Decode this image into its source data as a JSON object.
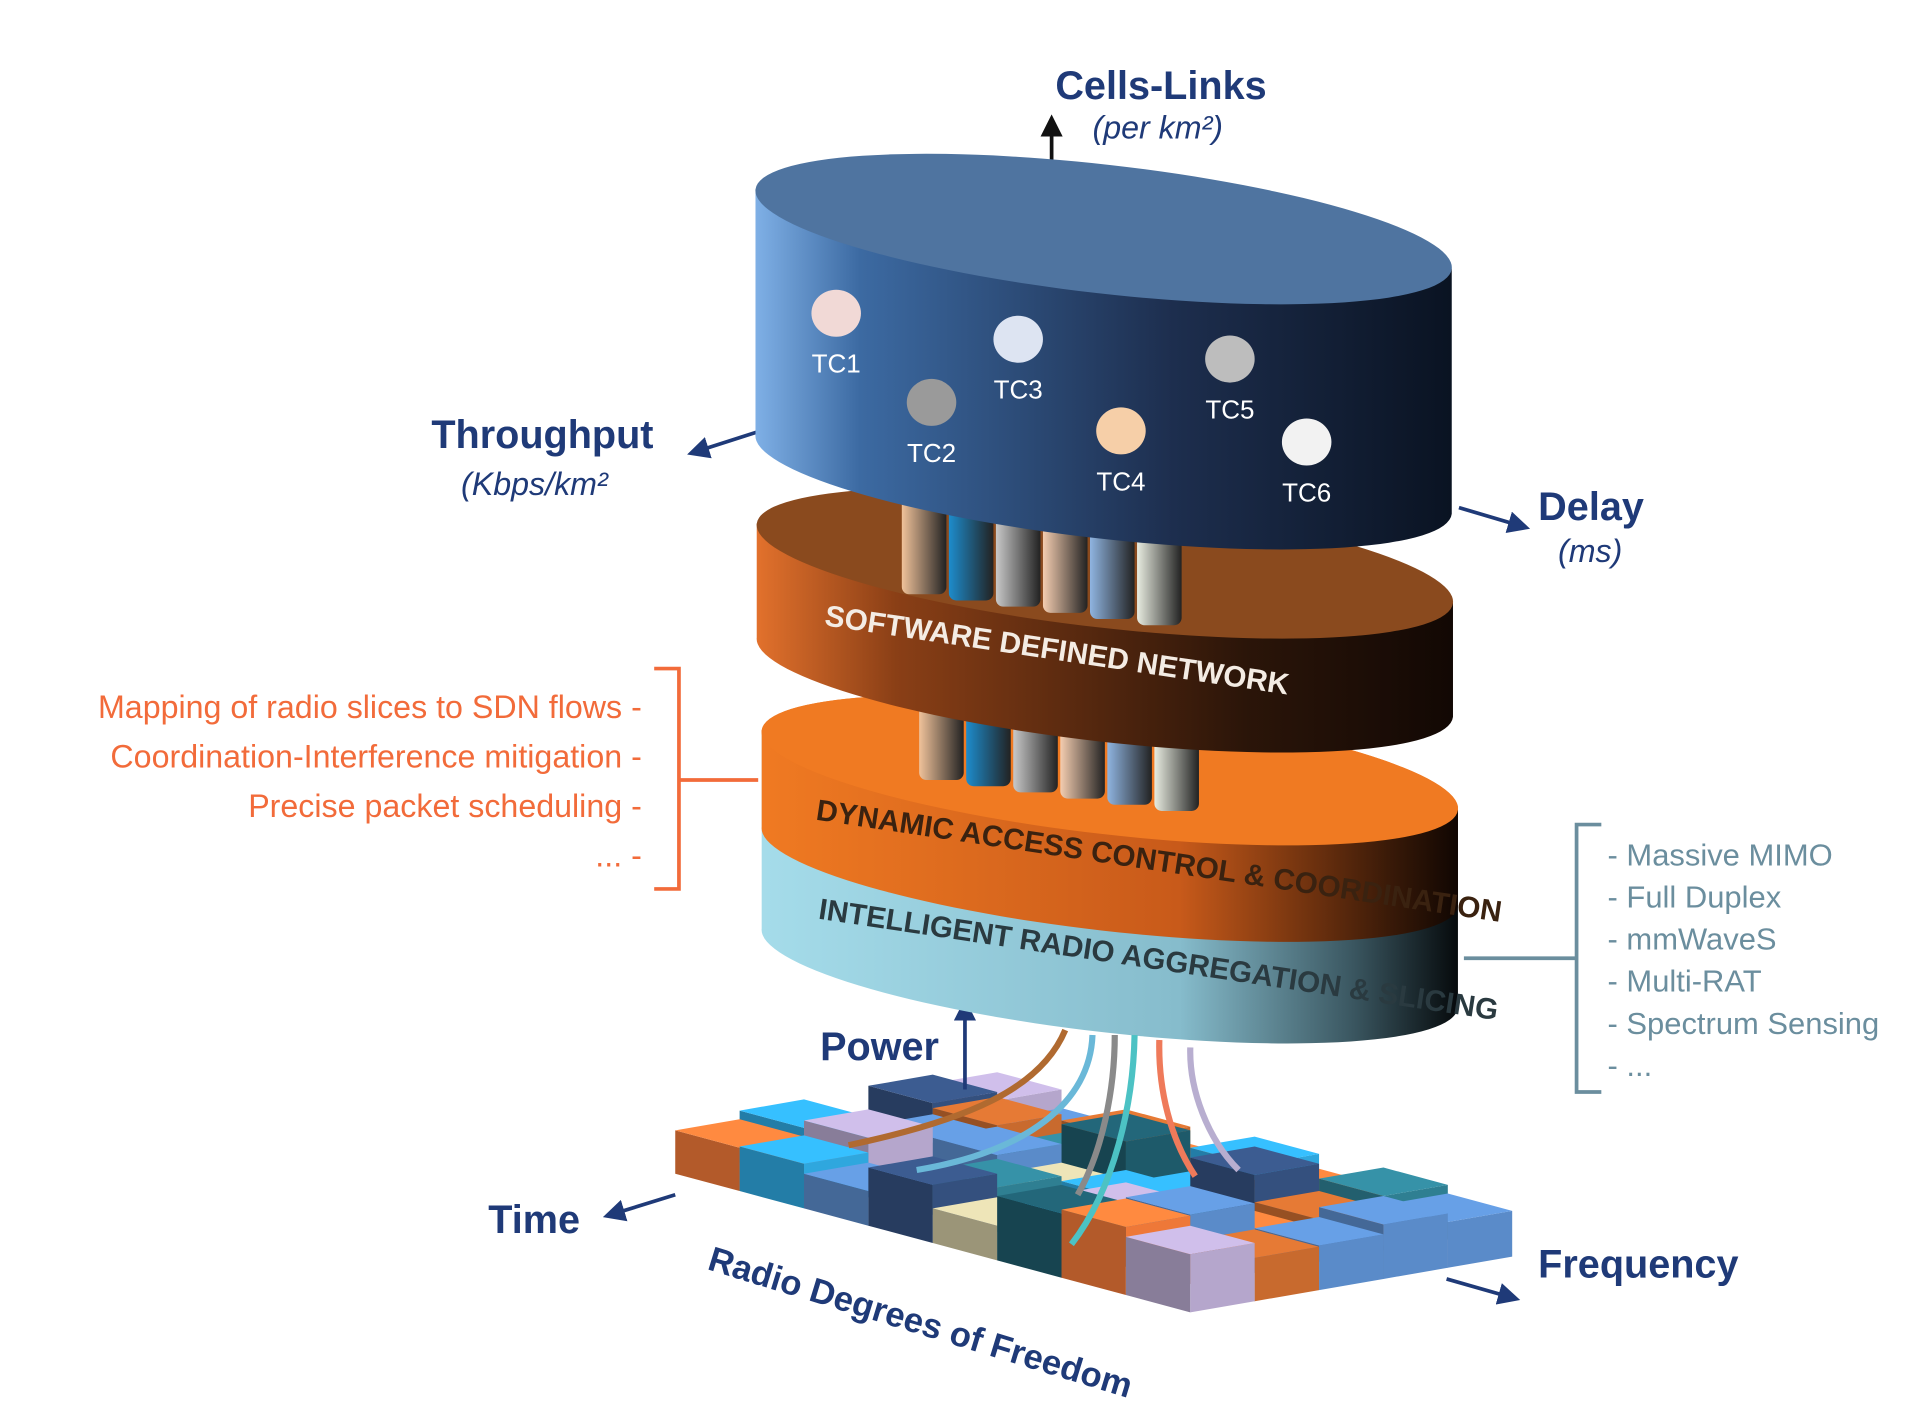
{
  "axes": {
    "cells_links": {
      "label": "Cells-Links",
      "unit": "(per km²)"
    },
    "throughput": {
      "label": "Throughput",
      "unit": "(Kbps/km²"
    },
    "delay": {
      "label": "Delay",
      "unit": "(ms)"
    },
    "power": {
      "label": "Power"
    },
    "time": {
      "label": "Time"
    },
    "frequency": {
      "label": "Frequency"
    },
    "radio_dof": {
      "label": "Radio Degrees of Freedom"
    }
  },
  "traffic_classes": [
    {
      "label": "TC1",
      "color": "#f1d9d6"
    },
    {
      "label": "TC2",
      "color": "#9a9a9a"
    },
    {
      "label": "TC3",
      "color": "#dde4f2"
    },
    {
      "label": "TC4",
      "color": "#f6cfa8"
    },
    {
      "label": "TC5",
      "color": "#bdbdbd"
    },
    {
      "label": "TC6",
      "color": "#f2f2f2"
    }
  ],
  "layers": {
    "sdn": {
      "label": "SOFTWARE DEFINED NETWORK",
      "color": "#8a4a1e"
    },
    "dac": {
      "label": "DYNAMIC ACCESS CONTROL & COORDINATION",
      "color": "#f07a22"
    },
    "iras": {
      "label": "INTELLIGENT RADIO AGGREGATION & SLICING",
      "color": "#8fcfe0"
    },
    "top": {
      "color": "#4f74a0"
    }
  },
  "left_list": {
    "color": "#f26b3a",
    "items": [
      "Mapping of radio slices to SDN flows -",
      "Coordination-Interference mitigation -",
      "Precise packet scheduling -",
      "... -"
    ]
  },
  "right_list": {
    "color": "#6b8e9e",
    "items": [
      "- Massive MIMO",
      "- Full Duplex",
      "- mmWaveS",
      "- Multi-RAT",
      "- Spectrum Sensing",
      "- ..."
    ]
  },
  "block_palette": [
    "#2f7f92",
    "#34507e",
    "#5a8bc9",
    "#2fa7de",
    "#c86a2e",
    "#b5a6cc",
    "#cfc7a0",
    "#ee7838",
    "#1e5a6a"
  ]
}
